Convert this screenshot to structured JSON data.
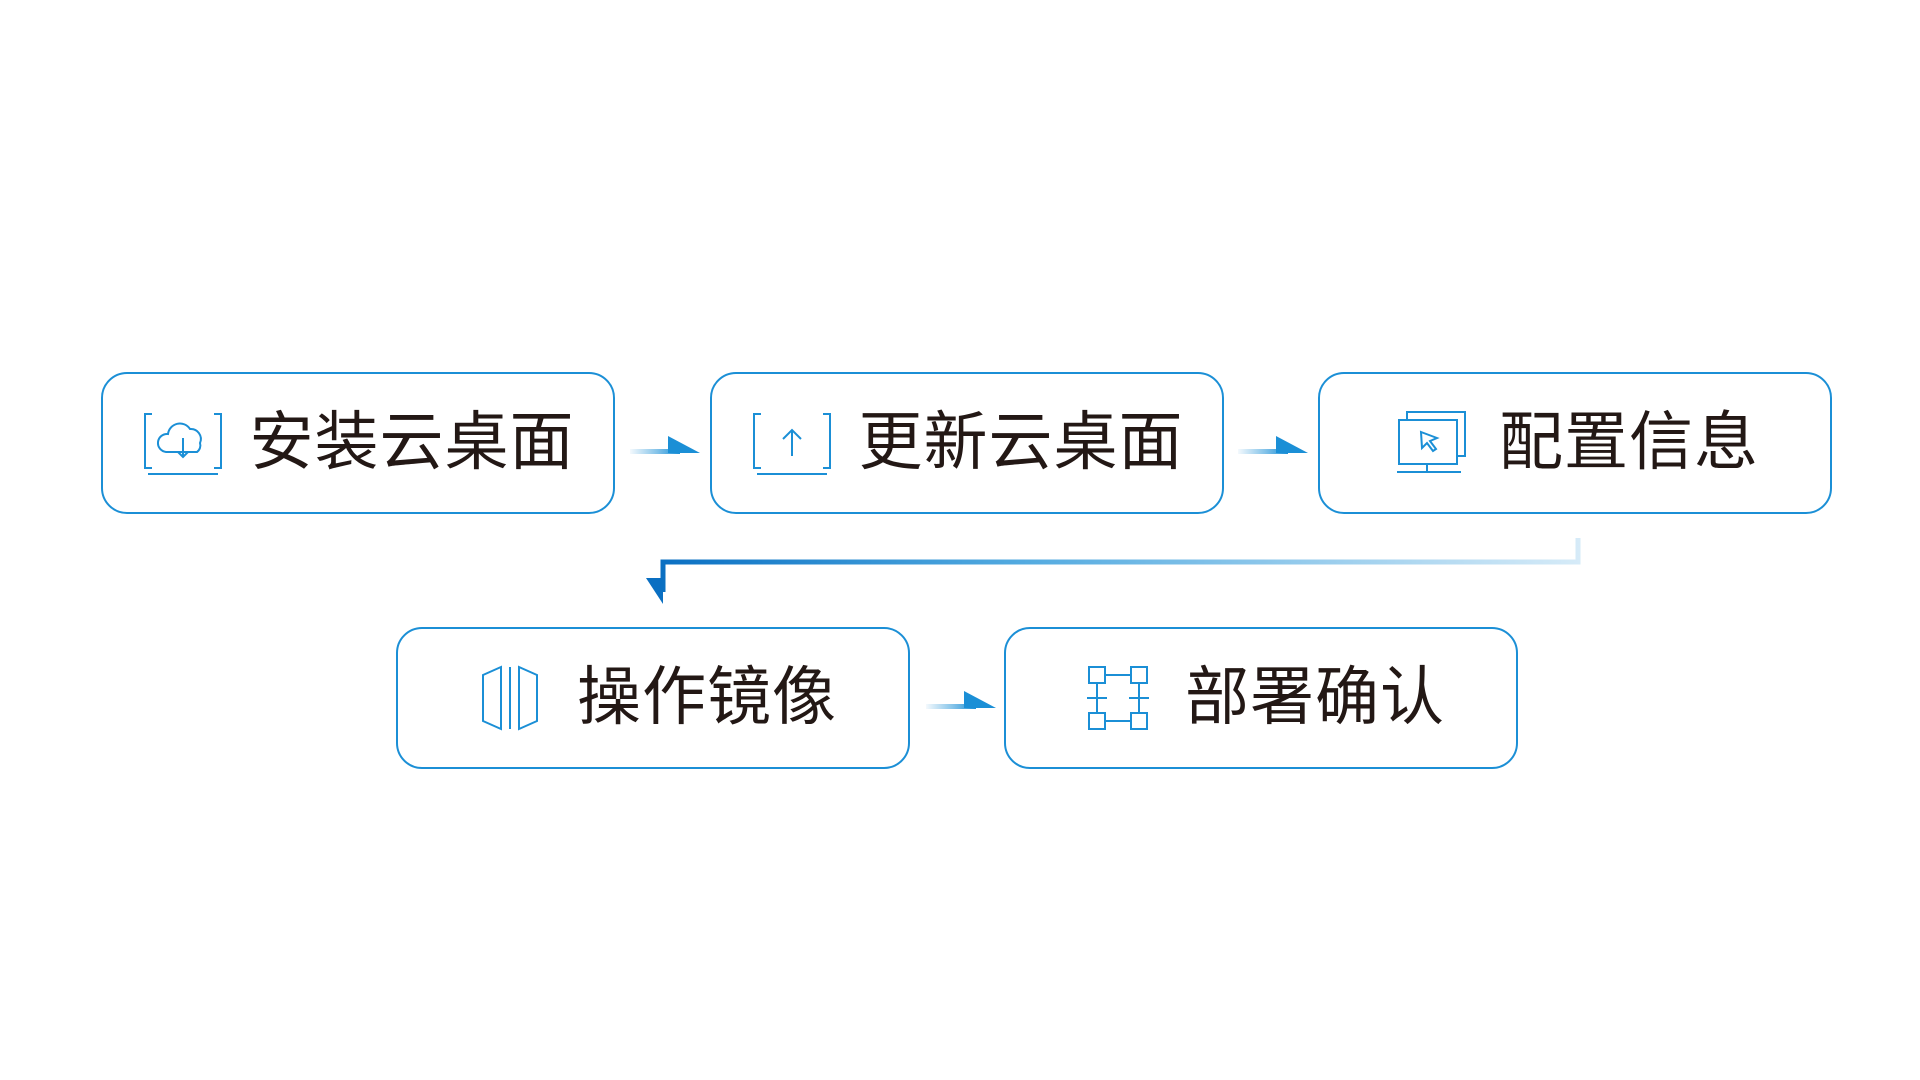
{
  "colors": {
    "accent": "#1b8fd6",
    "accent_dark": "#0a6fc2",
    "text": "#231815",
    "background": "#ffffff"
  },
  "steps": [
    {
      "label": "安装云桌面",
      "icon": "cloud-download-icon"
    },
    {
      "label": "更新云桌面",
      "icon": "upload-arrow-icon"
    },
    {
      "label": "配置信息",
      "icon": "monitor-cursor-icon"
    },
    {
      "label": "操作镜像",
      "icon": "mirror-icon"
    },
    {
      "label": "部署确认",
      "icon": "node-network-icon"
    }
  ]
}
